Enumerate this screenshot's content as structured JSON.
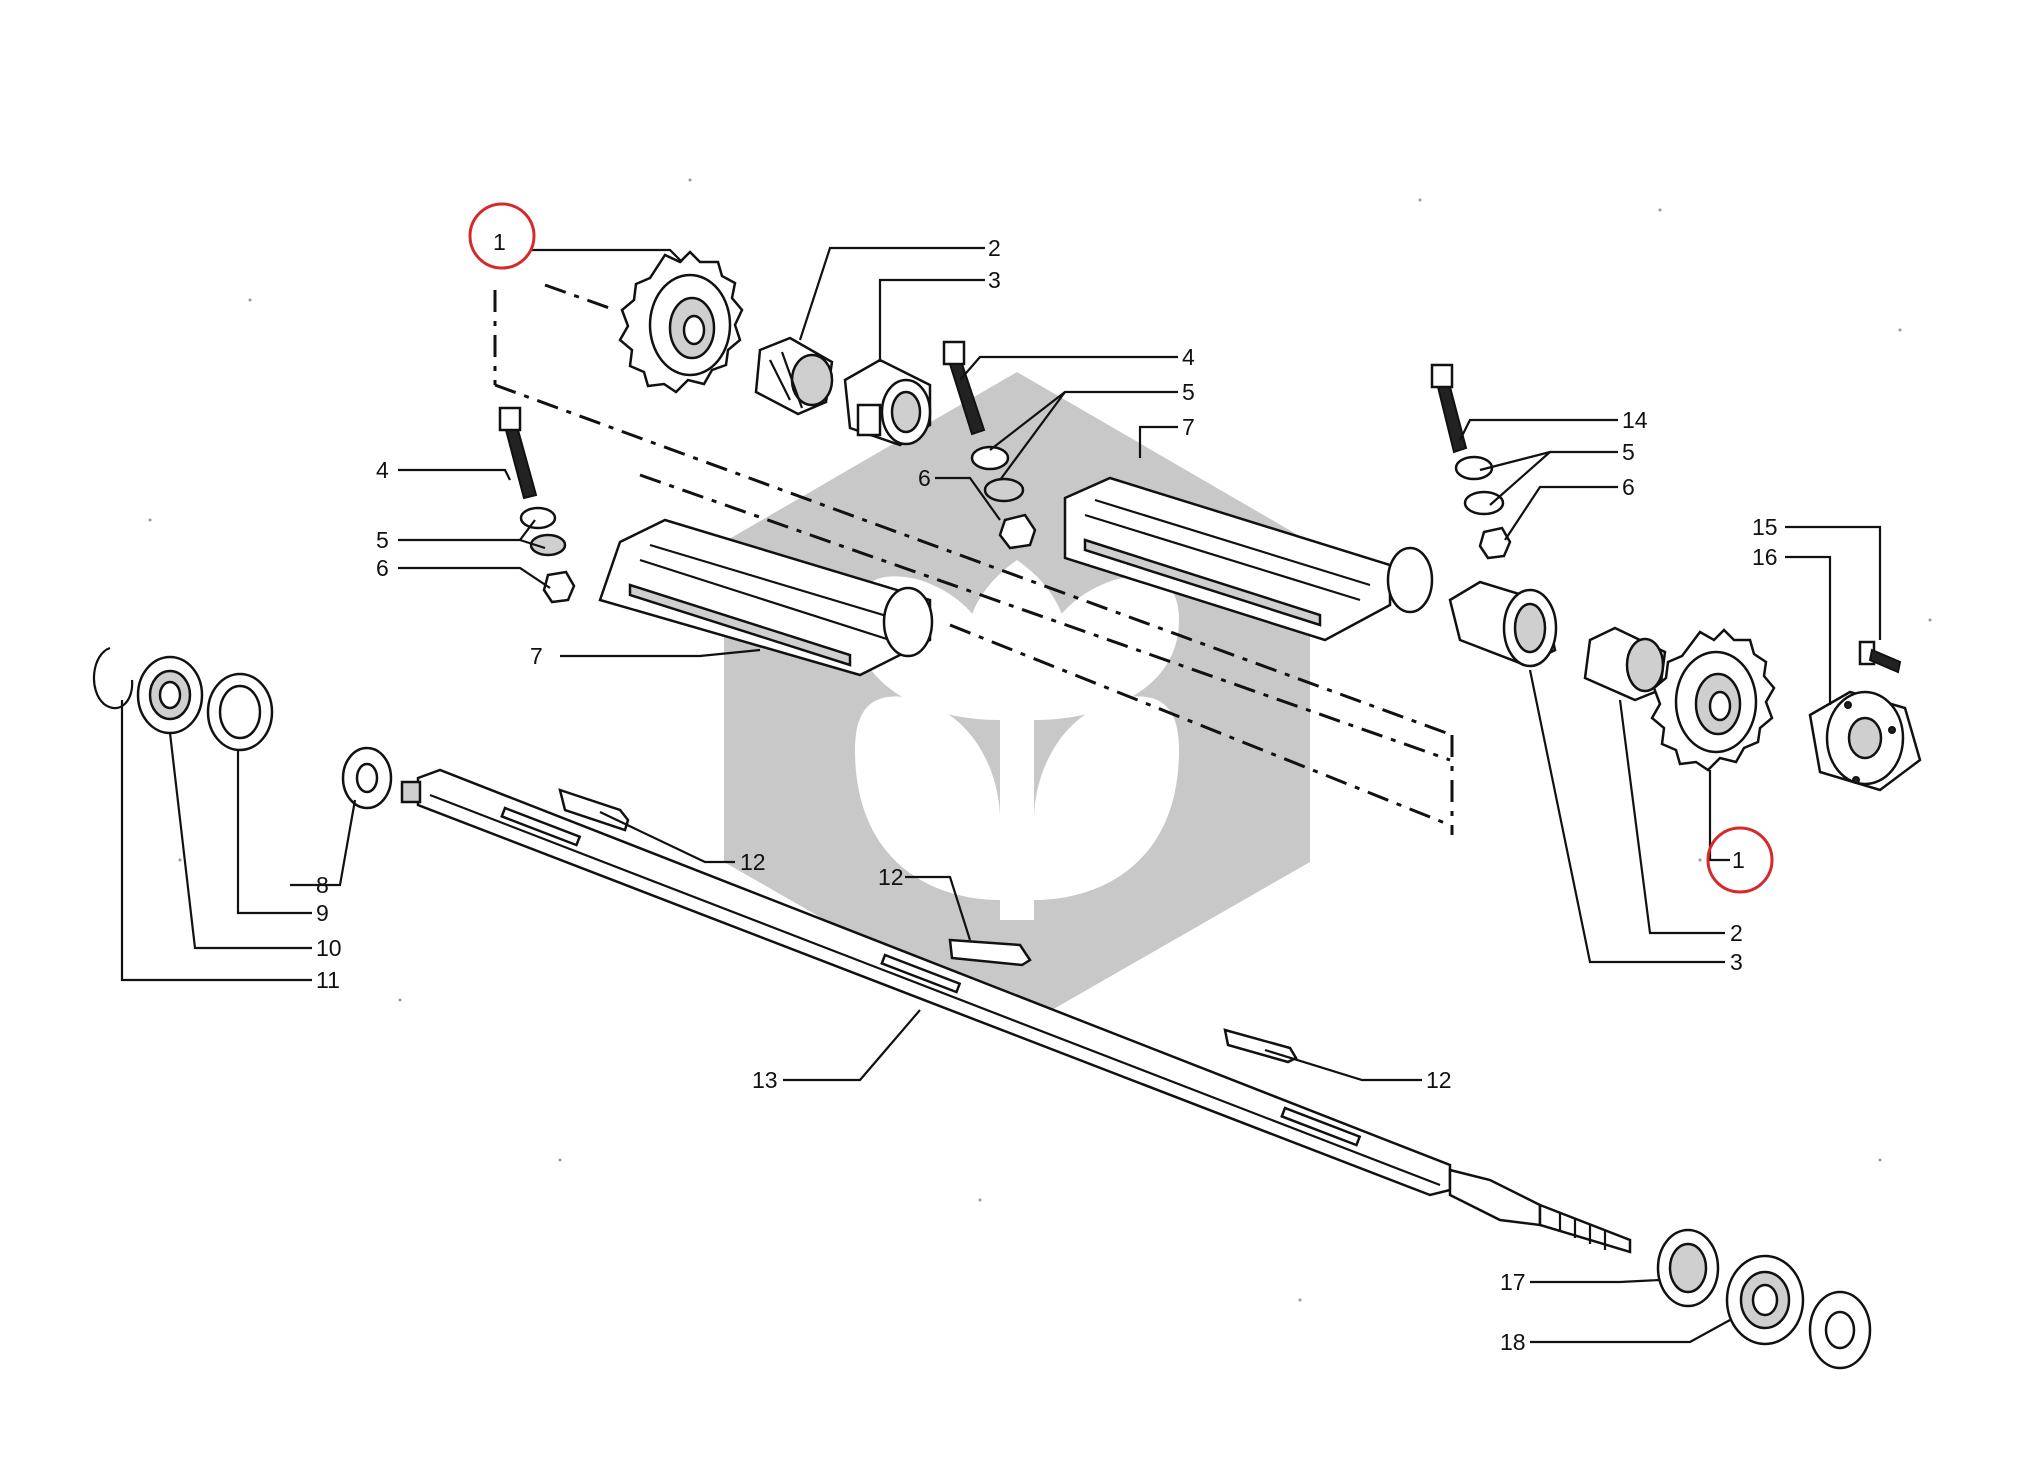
{
  "diagram": {
    "labels": {
      "l1a": "1",
      "l2a": "2",
      "l3a": "3",
      "l4a": "4",
      "l5a": "5",
      "l7a": "7",
      "l6a": "6",
      "l4b": "4",
      "l5b": "5",
      "l6b": "6",
      "l7b": "7",
      "l14": "14",
      "l5c": "5",
      "l6c": "6",
      "l15": "15",
      "l16": "16",
      "l1b": "1",
      "l2b": "2",
      "l3b": "3",
      "l8": "8",
      "l9": "9",
      "l10": "10",
      "l11": "11",
      "l12a": "12",
      "l12b": "12",
      "l12c": "12",
      "l13": "13",
      "l17": "17",
      "l18": "18"
    },
    "highlight_color": "#d62a2a",
    "watermark_color": "#c8c8c8"
  }
}
